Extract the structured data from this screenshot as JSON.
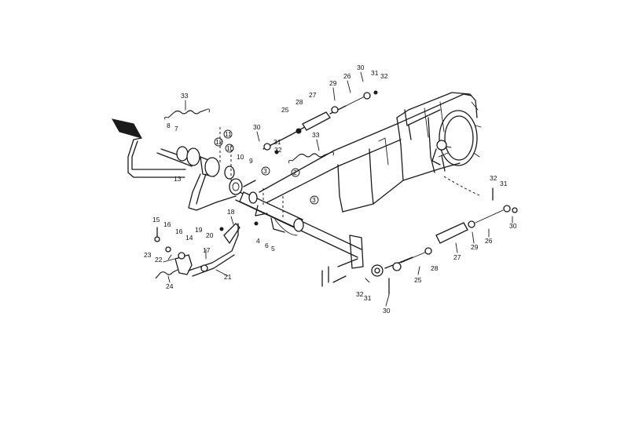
{
  "callouts": [
    {
      "id": "c33a",
      "text": "33"
    },
    {
      "id": "c8",
      "text": "8"
    },
    {
      "id": "c7",
      "text": "7"
    },
    {
      "id": "c11",
      "text": "11"
    },
    {
      "id": "c12",
      "text": "12"
    },
    {
      "id": "c10a",
      "text": "10"
    },
    {
      "id": "c10b",
      "text": "10"
    },
    {
      "id": "c9",
      "text": "9"
    },
    {
      "id": "c13",
      "text": "13"
    },
    {
      "id": "c30a",
      "text": "30"
    },
    {
      "id": "c25a",
      "text": "25"
    },
    {
      "id": "c28a",
      "text": "28"
    },
    {
      "id": "c27a",
      "text": "27"
    },
    {
      "id": "c29a",
      "text": "29"
    },
    {
      "id": "c26a",
      "text": "26"
    },
    {
      "id": "c30b",
      "text": "30"
    },
    {
      "id": "c31a",
      "text": "31"
    },
    {
      "id": "c32a",
      "text": "32"
    },
    {
      "id": "c31b",
      "text": "31"
    },
    {
      "id": "c32b",
      "text": "32"
    },
    {
      "id": "c33b",
      "text": "33"
    },
    {
      "id": "c3a",
      "text": "3"
    },
    {
      "id": "c2",
      "text": "2"
    },
    {
      "id": "c3b",
      "text": "3"
    },
    {
      "id": "c4",
      "text": "4"
    },
    {
      "id": "c6",
      "text": "6"
    },
    {
      "id": "c5",
      "text": "5"
    },
    {
      "id": "c15",
      "text": "15"
    },
    {
      "id": "c16a",
      "text": "16"
    },
    {
      "id": "c16b",
      "text": "16"
    },
    {
      "id": "c14",
      "text": "14"
    },
    {
      "id": "c23",
      "text": "23"
    },
    {
      "id": "c22",
      "text": "22"
    },
    {
      "id": "c24",
      "text": "24"
    },
    {
      "id": "c17",
      "text": "17"
    },
    {
      "id": "c19",
      "text": "19"
    },
    {
      "id": "c20",
      "text": "20"
    },
    {
      "id": "c18",
      "text": "18"
    },
    {
      "id": "c21",
      "text": "21"
    },
    {
      "id": "c32c",
      "text": "32"
    },
    {
      "id": "c31c",
      "text": "31"
    },
    {
      "id": "c30c",
      "text": "30"
    },
    {
      "id": "c25b",
      "text": "25"
    },
    {
      "id": "c28b",
      "text": "28"
    },
    {
      "id": "c27b",
      "text": "27"
    },
    {
      "id": "c29b",
      "text": "29"
    },
    {
      "id": "c26b",
      "text": "26"
    },
    {
      "id": "c32d",
      "text": "32"
    },
    {
      "id": "c31d",
      "text": "31"
    },
    {
      "id": "c30d",
      "text": "30"
    }
  ]
}
